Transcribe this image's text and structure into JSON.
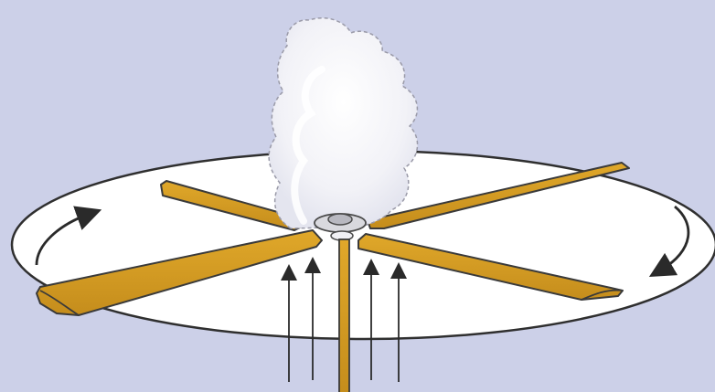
{
  "diagram": {
    "components": [
      "rotor-disc",
      "rotor-blade-front-left",
      "rotor-blade-front-right",
      "rotor-blade-back-left",
      "rotor-blade-back-right",
      "rotor-hub",
      "rotor-mast",
      "smoke-plume",
      "rotation-arrow-left",
      "rotation-arrow-right",
      "airflow-arrow-1",
      "airflow-arrow-2",
      "airflow-arrow-3",
      "airflow-arrow-4"
    ],
    "colors": {
      "background": "#ccd0e8",
      "disc_fill": "#ffffff",
      "blade_fill": "#d39a22",
      "outline": "#3a3a3a",
      "smoke": "#f6f6fa",
      "arrow": "#2a2a2a"
    },
    "arrow_directions": {
      "rotation": "clockwise",
      "airflow": "upward"
    }
  }
}
